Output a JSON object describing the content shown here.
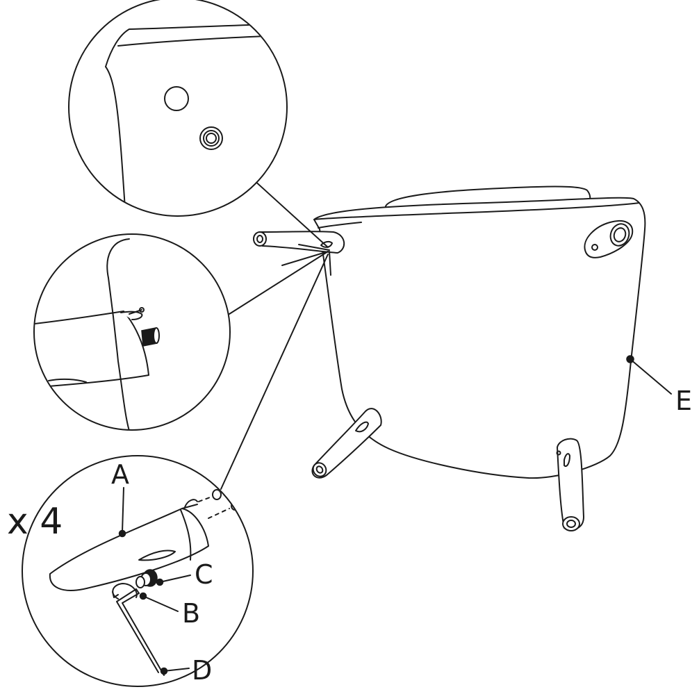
{
  "diagram": {
    "multiplier_label": "x 4",
    "part_labels": {
      "a": "A",
      "b": "B",
      "c": "C",
      "d": "D",
      "e": "E"
    },
    "line_color": "#1a1a1a",
    "background_color": "#ffffff"
  }
}
